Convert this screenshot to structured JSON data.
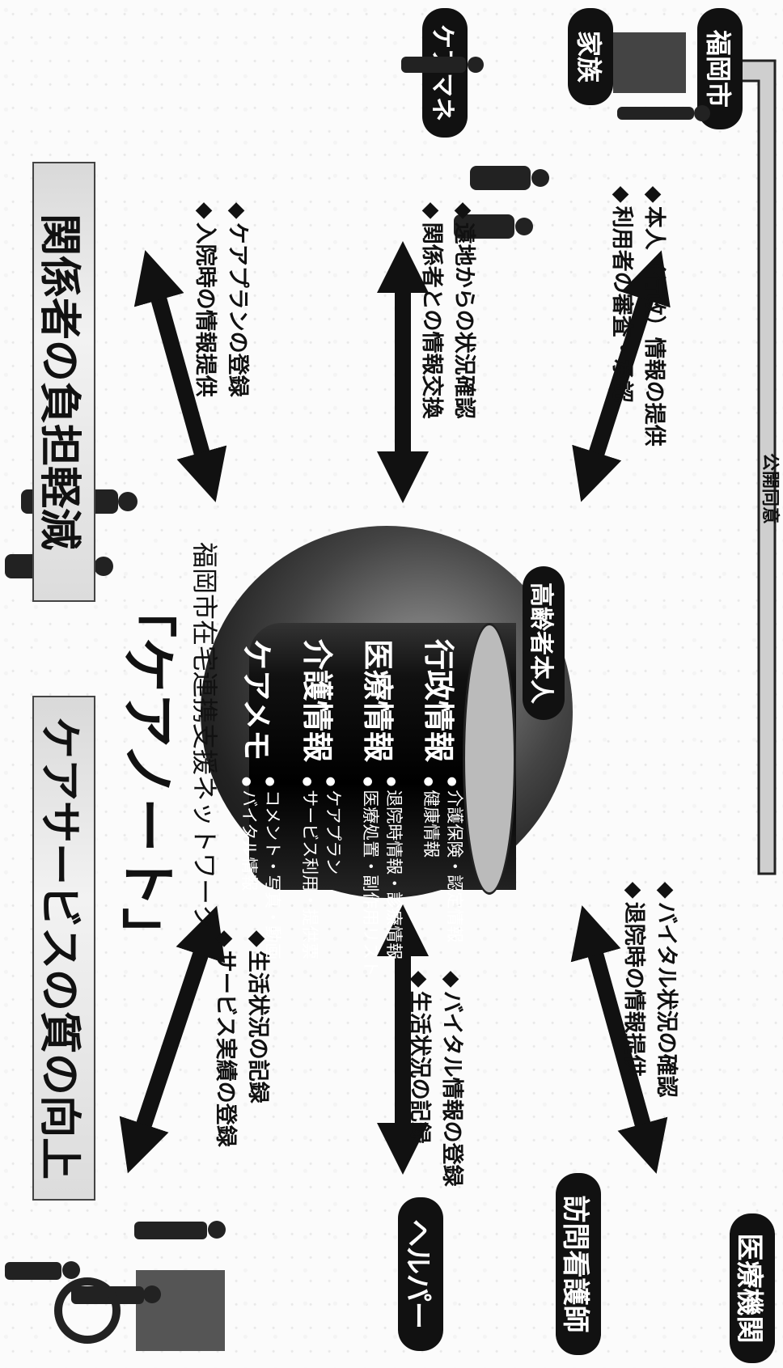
{
  "nodes": {
    "fukuoka_city": "福岡市",
    "medical": "医療機関",
    "family": "家族",
    "visiting_nurse": "訪問看護師",
    "care_manager": "ケアマネ",
    "helper": "ヘルパー",
    "elderly": "高齢者本人"
  },
  "publish_consent": "公開同意",
  "relations": {
    "city": [
      "本人（行政）情報の提供",
      "利用者の審査・承認"
    ],
    "medical": [
      "バイタル状況の確認",
      "退院時の情報提供"
    ],
    "family": [
      "遠地からの状況確認",
      "関係者との情報交換"
    ],
    "nurse": [
      "バイタル情報の登録",
      "生活状況の記録"
    ],
    "caremanager": [
      "ケアプランの登録",
      "入院時の情報提供"
    ],
    "helper": [
      "生活状況の記録",
      "サービス実績の登録"
    ]
  },
  "database": {
    "layers": [
      "行政情報",
      "医療情報",
      "介護情報",
      "ケアメモ"
    ],
    "details": [
      [
        "介護保険・認定情報",
        "健康情報"
      ],
      [
        "退院時情報・診療情報",
        "医療処置・副作用リスト"
      ],
      [
        "ケアプラン",
        "サービス利用・提供票"
      ],
      [
        "コメント・写真・動画",
        "バイタル情報"
      ]
    ]
  },
  "network_caption": "福岡市在宅連携支援ネットワーク",
  "network_name": "「ケアノート」",
  "banners": {
    "left": "関係者の負担軽減",
    "right": "ケアサービスの質の向上"
  },
  "colors": {
    "ink": "#111111",
    "pill": "#111111",
    "paper": "#fbfbfb"
  }
}
